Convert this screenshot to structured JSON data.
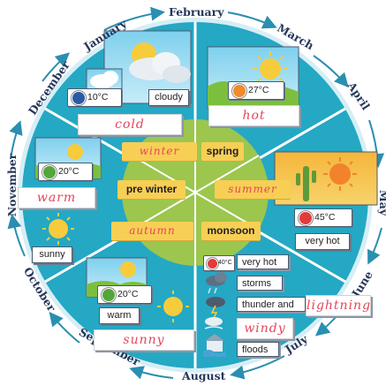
{
  "months": [
    "January",
    "February",
    "March",
    "April",
    "May",
    "June",
    "July",
    "August",
    "September",
    "October",
    "November",
    "December"
  ],
  "seasons": {
    "winter": {
      "name": "winter",
      "weather": "cloudy",
      "temp": "10°C",
      "feel": "cold"
    },
    "spring": {
      "name": "spring",
      "temp": "27°C",
      "feel": "hot"
    },
    "summer": {
      "name": "summer",
      "temp": "45°C",
      "feel": "very hot"
    },
    "monsoon": {
      "name": "monsoon",
      "items": [
        "very hot",
        "storms",
        "thunder and",
        "lightning",
        "windy",
        "floods"
      ],
      "badge_temp": "40°C"
    },
    "autumn": {
      "name": "autumn",
      "temp": "20°C",
      "weather_card": "warm",
      "feel": "sunny"
    },
    "pre_winter": {
      "name": "pre winter",
      "temp": "20°C",
      "feel": "warm",
      "weather": "sunny"
    }
  },
  "colors": {
    "ring": "#24a8c4",
    "inner": "#1b9bbb",
    "center": "#9cc64e",
    "pill": "#f7cf55",
    "script": "#e6445a",
    "arrow": "#2a8fb0",
    "cold_dot": "#2a5aa6",
    "hot_dot": "#f08a2a",
    "very_hot_dot": "#e23b3b",
    "warm_dot": "#54a63a"
  },
  "icons": [
    "cloud-icon",
    "sun-icon",
    "sun-cloud-icon",
    "cactus-sun-icon",
    "thermometer-dot-icon",
    "storm-cloud-icon",
    "thunder-cloud-icon",
    "wind-icon",
    "flood-house-icon"
  ]
}
